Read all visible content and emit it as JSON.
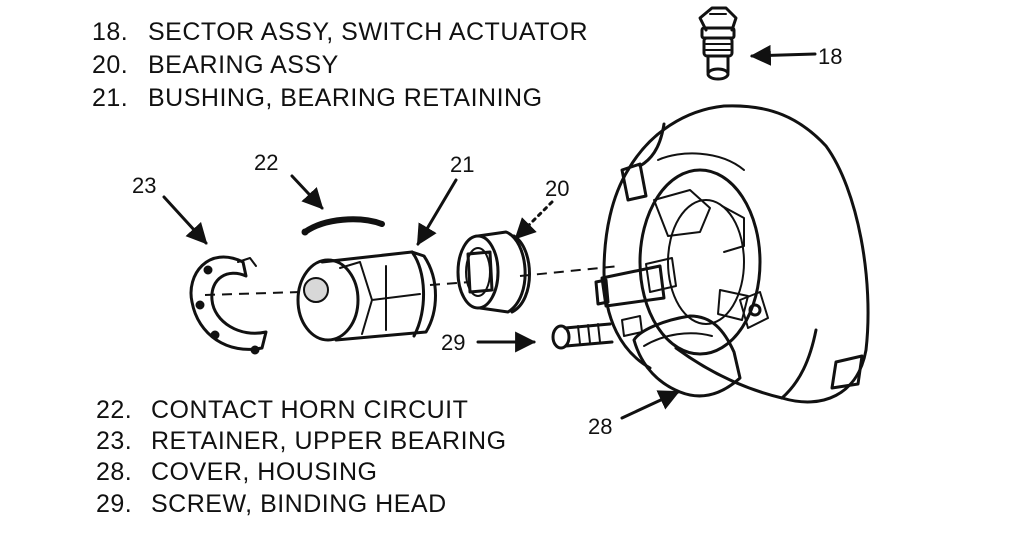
{
  "legend_top": [
    {
      "num": "18.",
      "text": "SECTOR ASSY, SWITCH ACTUATOR"
    },
    {
      "num": "20.",
      "text": "BEARING ASSY"
    },
    {
      "num": "21.",
      "text": "BUSHING, BEARING RETAINING"
    }
  ],
  "legend_bottom": [
    {
      "num": "22.",
      "text": "CONTACT HORN CIRCUIT"
    },
    {
      "num": "23.",
      "text": "RETAINER, UPPER BEARING"
    },
    {
      "num": "28.",
      "text": "COVER, HOUSING"
    },
    {
      "num": "29.",
      "text": "SCREW, BINDING HEAD"
    }
  ],
  "callouts": {
    "c18": "18",
    "c20": "20",
    "c21": "21",
    "c22": "22",
    "c23": "23",
    "c28": "28",
    "c29": "29"
  }
}
